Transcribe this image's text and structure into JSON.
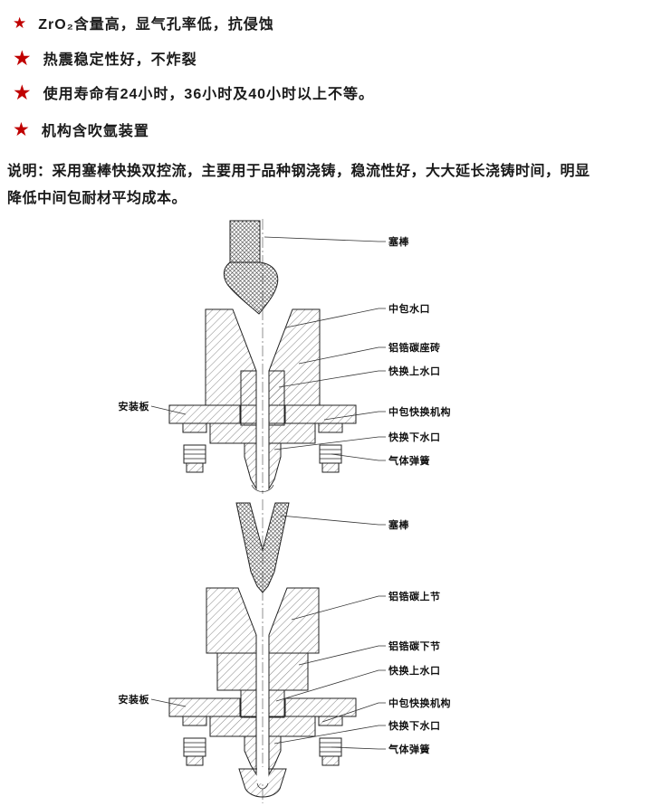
{
  "icons": {
    "star": "★"
  },
  "colors": {
    "star_red": "#c00000",
    "text": "#1a1a1a",
    "line": "#333333"
  },
  "bullets": [
    "ZrO₂含量高，显气孔率低，抗侵蚀",
    "热震稳定性好，不炸裂",
    "使用寿命有24小时，36小时及40小时以上不等。",
    "机构含吹氩装置"
  ],
  "description": "说明：采用塞棒快换双控流，主要用于品种钢浇铸，稳流性好，大大延长浇铸时间，明显降低中间包耐材平均成本。",
  "diagram1": {
    "labels": {
      "stopper_rod": "塞棒",
      "tundish_nozzle": "中包水口",
      "al_zr_c_seat_brick": "铝锆碳座砖",
      "quick_change_upper_nozzle": "快换上水口",
      "tundish_quick_change_mechanism": "中包快换机构",
      "quick_change_lower_nozzle": "快换下水口",
      "gas_spring": "气体弹簧",
      "mounting_plate": "安装板"
    }
  },
  "diagram2": {
    "labels": {
      "stopper_rod": "塞棒",
      "al_zr_c_upper_section": "铝锆碳上节",
      "al_zr_c_lower_section": "铝锆碳下节",
      "quick_change_upper_nozzle": "快换上水口",
      "tundish_quick_change_mechanism": "中包快换机构",
      "quick_change_lower_nozzle": "快换下水口",
      "gas_spring": "气体弹簧",
      "mounting_plate": "安装板"
    }
  }
}
